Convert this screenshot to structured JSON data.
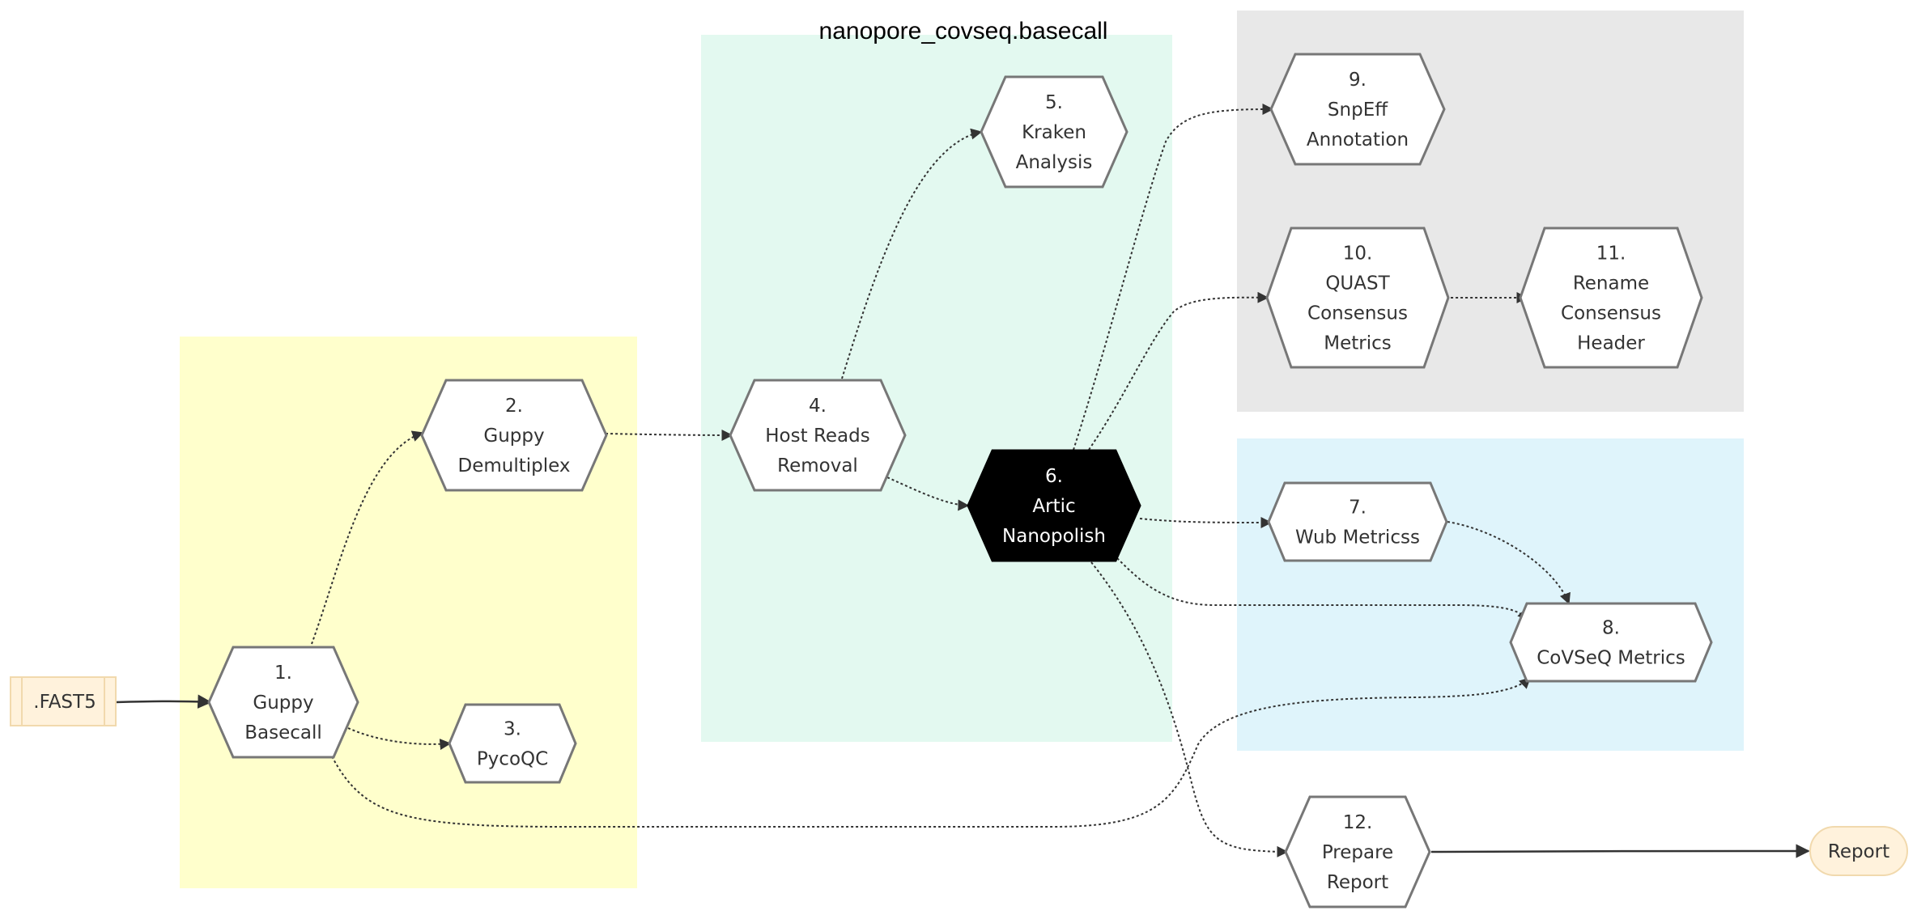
{
  "title": "nanopore_covseq.basecall",
  "inputs": {
    "fast5": ".FAST5",
    "report": "Report"
  },
  "nodes": [
    {
      "id": "n1",
      "lines": [
        "1.",
        "Guppy",
        "Basecall"
      ]
    },
    {
      "id": "n2",
      "lines": [
        "2.",
        "Guppy",
        "Demultiplex"
      ]
    },
    {
      "id": "n3",
      "lines": [
        "3.",
        "PycoQC"
      ]
    },
    {
      "id": "n4",
      "lines": [
        "4.",
        "Host Reads",
        "Removal"
      ]
    },
    {
      "id": "n5",
      "lines": [
        "5.",
        "Kraken",
        "Analysis"
      ]
    },
    {
      "id": "n6",
      "lines": [
        "6.",
        "Artic",
        "Nanopolish"
      ]
    },
    {
      "id": "n7",
      "lines": [
        "7.",
        "Wub Metricss"
      ]
    },
    {
      "id": "n8",
      "lines": [
        "8.",
        "CoVSeQ Metrics"
      ]
    },
    {
      "id": "n9",
      "lines": [
        "9.",
        "SnpEff",
        "Annotation"
      ]
    },
    {
      "id": "n10",
      "lines": [
        "10.",
        "QUAST",
        "Consensus",
        "Metrics"
      ]
    },
    {
      "id": "n11",
      "lines": [
        "11.",
        "Rename",
        "Consensus",
        "Header"
      ]
    },
    {
      "id": "n12",
      "lines": [
        "12.",
        "Prepare",
        "Report"
      ]
    }
  ],
  "colors": {
    "cluster_yellow": "#ffffcc",
    "cluster_mint": "#e3f9f0",
    "cluster_gray": "#e8e8e8",
    "cluster_blue": "#dff4fb",
    "input_fill": "#fff2dc",
    "input_stroke": "#f1d9ad",
    "node_fill": "#ffffff",
    "node_stroke": "#777777",
    "highlight_fill": "#000000",
    "highlight_text": "#ffffff",
    "edge": "#333333"
  }
}
